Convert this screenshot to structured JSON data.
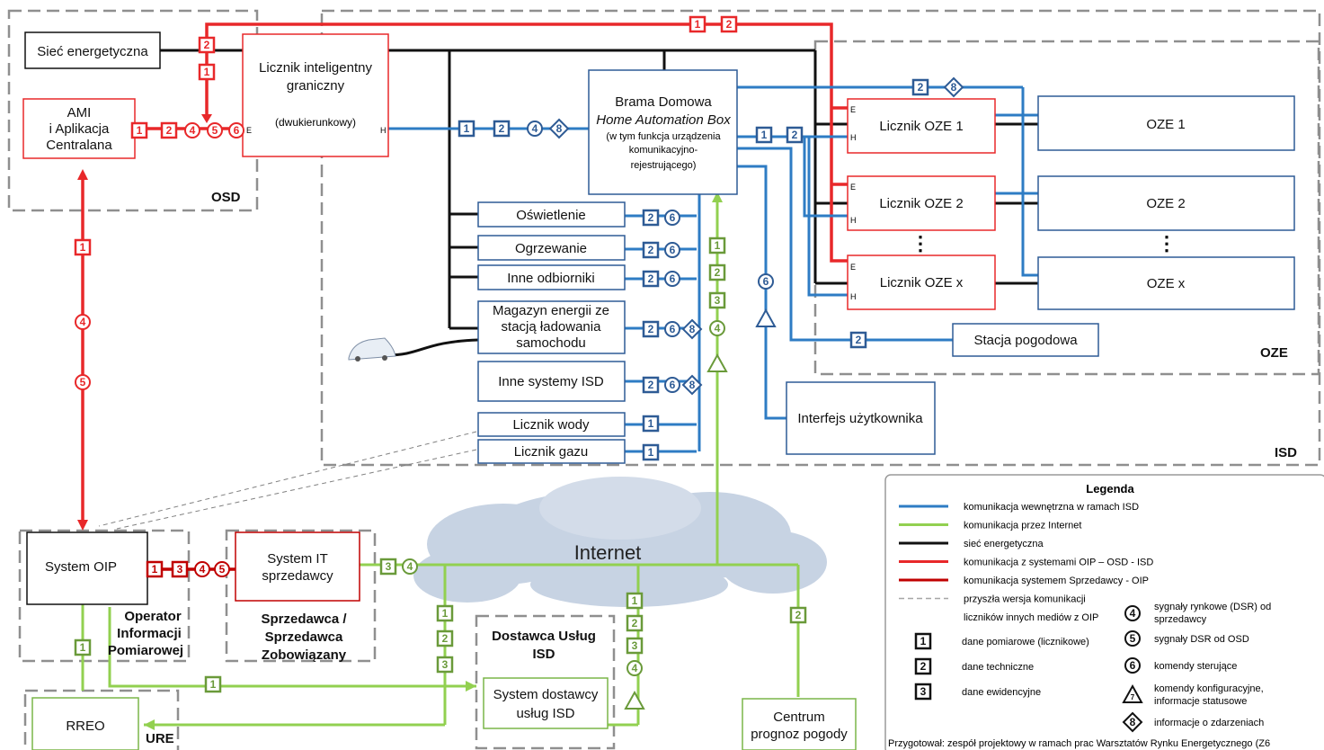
{
  "regions": {
    "osd": "OSD",
    "isd": "ISD",
    "oze": "OZE",
    "oip": [
      "Operator",
      "Informacji",
      "Pomiarowej"
    ],
    "seller": [
      "Sprzedawca /",
      "Sprzedawca",
      "Zobowiązany"
    ],
    "ure": "URE"
  },
  "nodes": {
    "siec": "Sieć energetyczna",
    "ami": [
      "AMI",
      "i Aplikacja",
      "Centralana"
    ],
    "licznik_graniczny": [
      "Licznik inteligentny",
      "graniczny"
    ],
    "licznik_graniczny_sub": "(dwukierunkowy)",
    "brama": [
      "Brama Domowa",
      "Home Automation Box",
      "(w tym funkcja urządzenia",
      "komunikacyjno-",
      "rejestrującego)"
    ],
    "oswietlenie": "Oświetlenie",
    "ogrzewanie": "Ogrzewanie",
    "inne_odbiorniki": "Inne odbiorniki",
    "magazyn": [
      "Magazyn energii ze",
      "stacją ładowania",
      "samochodu"
    ],
    "inne_systemy": "Inne systemy ISD",
    "licznik_wody": "Licznik wody",
    "licznik_gazu": "Licznik gazu",
    "licznik_oze1": "Licznik OZE 1",
    "licznik_oze2": "Licznik OZE 2",
    "licznik_ozex": "Licznik OZE x",
    "oze1": "OZE 1",
    "oze2": "OZE 2",
    "ozex": "OZE x",
    "stacja": "Stacja pogodowa",
    "interfejs": "Interfejs użytkownika",
    "system_oip": "System OIP",
    "system_it": [
      "System IT",
      "sprzedawcy"
    ],
    "dostawca": [
      "Dostawca Usług",
      "ISD"
    ],
    "system_dostawcy": [
      "System dostawcy",
      "usług ISD"
    ],
    "rreo": "RREO",
    "centrum": [
      "Centrum",
      "prognoz pogody"
    ],
    "internet": "Internet",
    "port_e": "E",
    "port_h": "H",
    "dots": "⋮"
  },
  "legend": {
    "title": "Legenda",
    "lines": [
      {
        "color": "#2e7cc4",
        "label": "komunikacja wewnętrzna w ramach ISD",
        "dash": false
      },
      {
        "color": "#92d050",
        "label": "komunikacja przez Internet",
        "dash": false
      },
      {
        "color": "#111111",
        "label": "sieć energetyczna",
        "dash": false
      },
      {
        "color": "#e8282a",
        "label": "komunikacja z systemami OIP – OSD - ISD",
        "dash": false
      },
      {
        "color": "#c00000",
        "label": "komunikacja systemem Sprzedawcy - OIP",
        "dash": false
      },
      {
        "color": "#a6a6a6",
        "label": "przyszła wersja komunikacji",
        "dash": true
      },
      {
        "color": "",
        "label": "liczników innych mediów z OIP",
        "dash": false
      }
    ],
    "types": [
      {
        "sym": "1",
        "label": "dane pomiarowe (licznikowe)"
      },
      {
        "sym": "2",
        "label": "dane techniczne"
      },
      {
        "sym": "3",
        "label": "dane ewidencyjne"
      }
    ],
    "signals": [
      {
        "sym": "4",
        "label": [
          "sygnały rynkowe (DSR) od",
          "sprzedawcy"
        ]
      },
      {
        "sym": "5",
        "label": [
          "sygnały DSR od OSD"
        ]
      },
      {
        "sym": "6",
        "label": [
          "komendy sterujące"
        ]
      },
      {
        "sym": "7",
        "label": [
          "komendy konfiguracyjne,",
          "informacje statusowe"
        ]
      },
      {
        "sym": "8",
        "label": [
          "informacje o zdarzeniach"
        ]
      }
    ],
    "footer": "Przygotował: zespół projektowy w ramach prac Warsztatów Rynku Energetycznego (Z6"
  },
  "colors": {
    "red": "#e8282a",
    "darkred": "#c00000",
    "blue": "#2e7cc4",
    "darkblue": "#2e5b95",
    "green": "#92d050",
    "darkgreen": "#6a9a3a",
    "black": "#111111",
    "region": "#8f8f8f",
    "cloud": "#c7d3e3"
  }
}
